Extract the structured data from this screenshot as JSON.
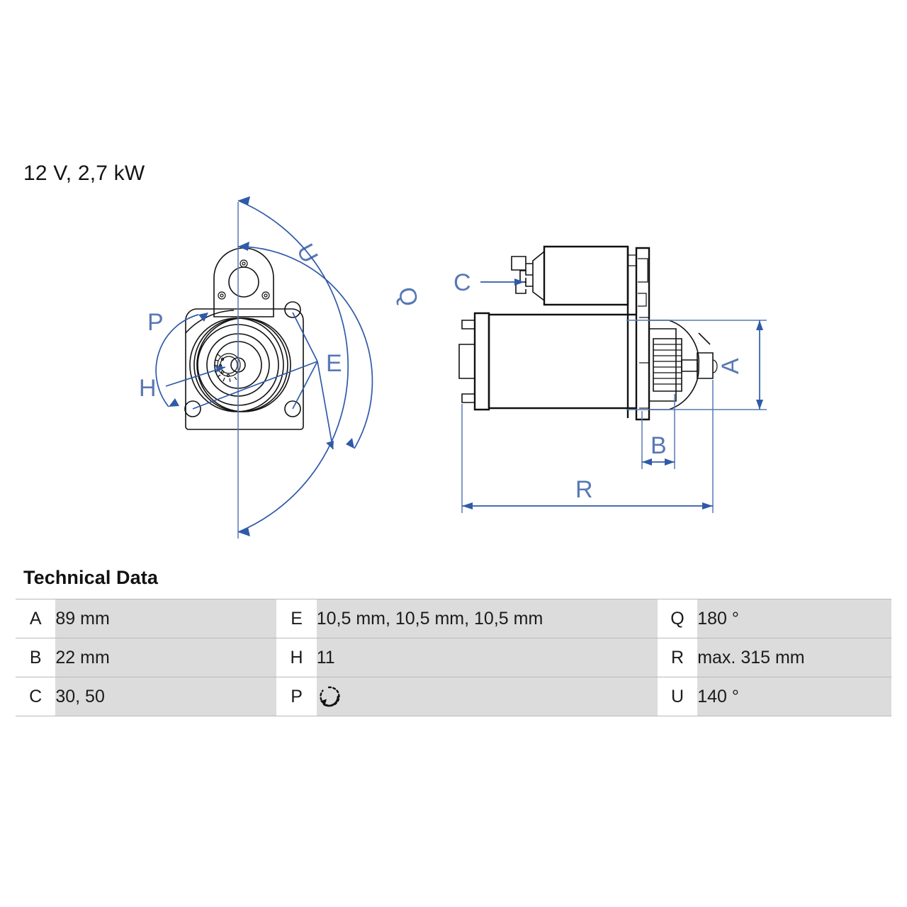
{
  "header": {
    "title": "12 V, 2,7 kW"
  },
  "drawing": {
    "views": [
      {
        "name": "front-view",
        "label": "Front view of starter motor drive end"
      },
      {
        "name": "side-view",
        "label": "Side view of starter motor"
      }
    ],
    "dimension_labels": [
      {
        "id": "U",
        "text": "U",
        "view": "front-view"
      },
      {
        "id": "Q",
        "text": "Q",
        "view": "front-view"
      },
      {
        "id": "P",
        "text": "P",
        "view": "front-view"
      },
      {
        "id": "H",
        "text": "H",
        "view": "front-view"
      },
      {
        "id": "E",
        "text": "E",
        "view": "front-view"
      },
      {
        "id": "C",
        "text": "C",
        "view": "side-view"
      },
      {
        "id": "A",
        "text": "A",
        "view": "side-view"
      },
      {
        "id": "B",
        "text": "B",
        "view": "side-view"
      },
      {
        "id": "R",
        "text": "R",
        "view": "side-view"
      }
    ]
  },
  "tech": {
    "heading": "Technical Data",
    "rows": [
      {
        "k1": "A",
        "v1": "89 mm",
        "k2": "E",
        "v2": "10,5 mm, 10,5 mm, 10,5 mm",
        "k3": "Q",
        "v3": "180 °"
      },
      {
        "k1": "B",
        "v1": "22 mm",
        "k2": "H",
        "v2": "11",
        "k3": "R",
        "v3": "max. 315 mm"
      },
      {
        "k1": "C",
        "v1": "30, 50",
        "k2": "P",
        "v2": "",
        "k3": "U",
        "v3": "140 °"
      }
    ],
    "p_symbol": "counterclockwise-rotation-icon"
  },
  "colors": {
    "dimension_blue": "#2f5aa8",
    "label_blue": "#5878b4",
    "outline_black": "#111111",
    "table_value_bg": "#dcdcdc",
    "table_rule": "#b9b9b9"
  }
}
